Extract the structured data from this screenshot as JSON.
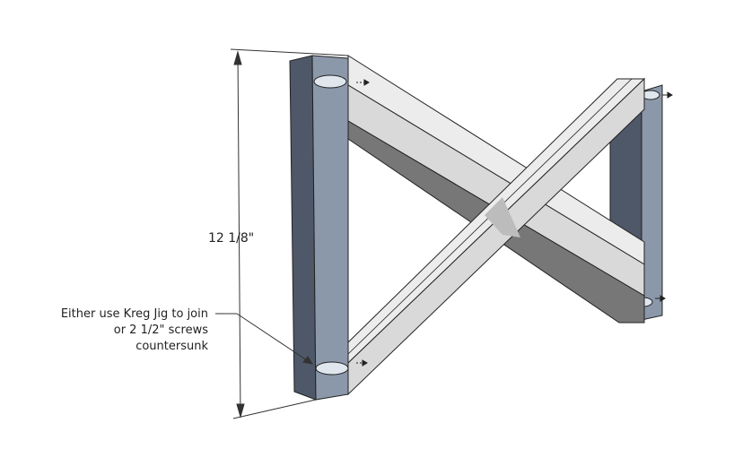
{
  "dimension": {
    "height_label": "12 1/8\""
  },
  "annotation": {
    "lines": [
      "Either use Kreg Jig to join",
      "or 2 1/2\" screws",
      "countersunk"
    ]
  },
  "colors": {
    "board_face": "#d9d9d9",
    "board_top": "#ececec",
    "board_shadow": "#777777",
    "post_front": "#8b98aa",
    "post_side": "#4e5868",
    "outline": "#222222",
    "dimension_line": "#333333"
  }
}
